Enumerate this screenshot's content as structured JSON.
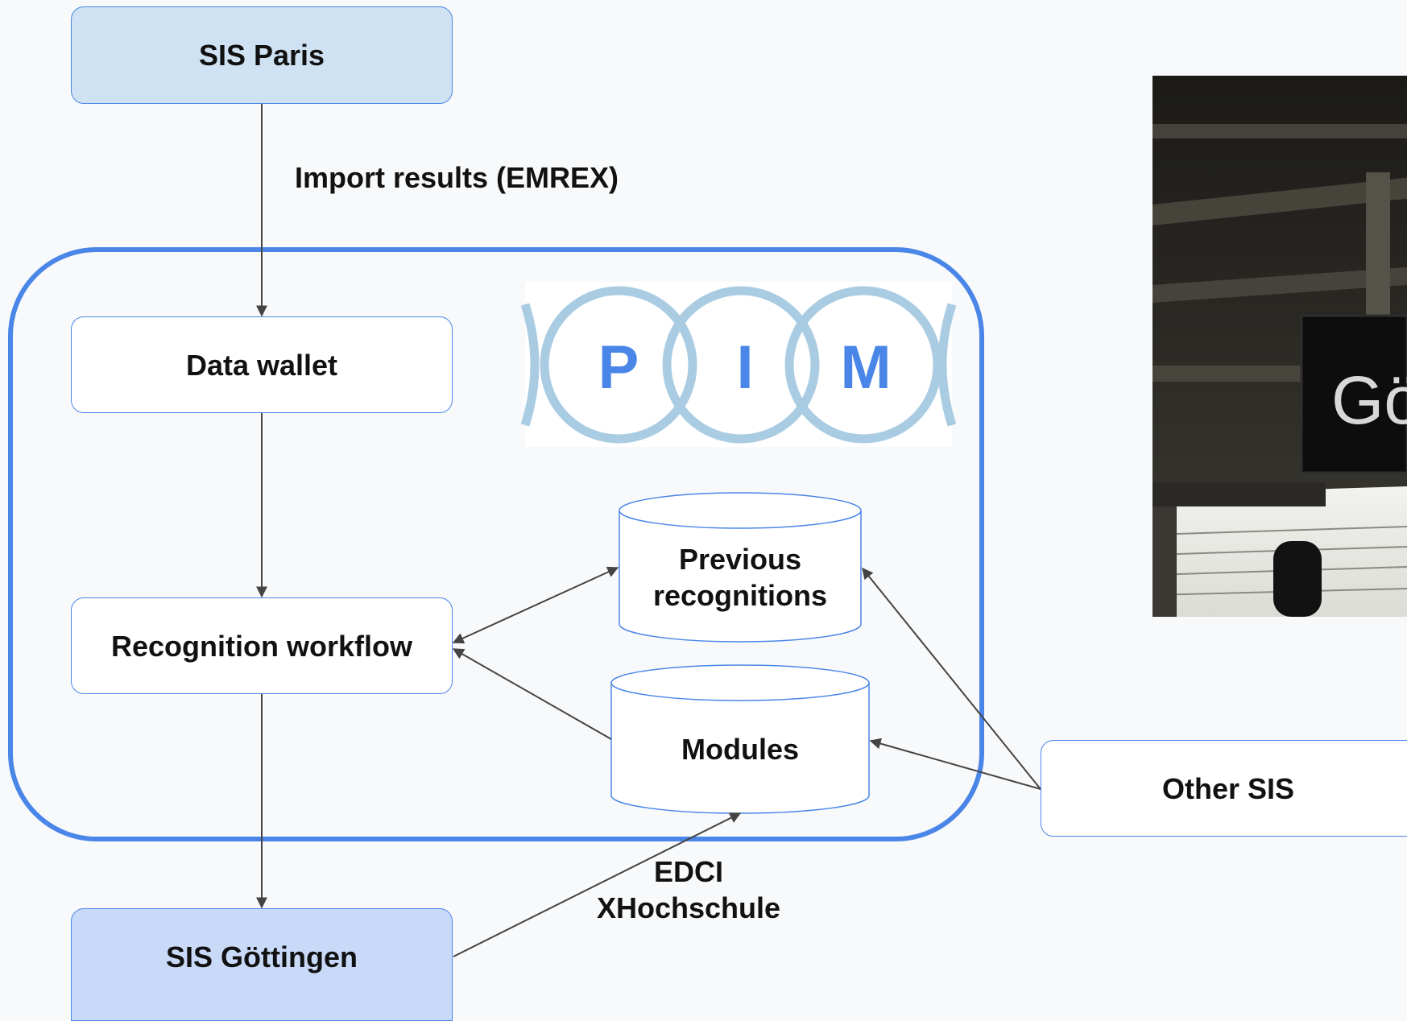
{
  "nodes": {
    "sis_paris": "SIS Paris",
    "data_wallet": "Data wallet",
    "recognition_workflow": "Recognition workflow",
    "sis_goettingen": "SIS Göttingen",
    "other_sis": "Other SIS",
    "previous_recognitions_line1": "Previous",
    "previous_recognitions_line2": "recognitions",
    "modules": "Modules"
  },
  "edge_labels": {
    "import_results": "Import results (EMREX)",
    "edci_line1": "EDCI",
    "edci_line2": "XHochschule"
  },
  "logo": {
    "letters": [
      "P",
      "I",
      "M"
    ]
  },
  "photo": {
    "sign_text": "Gö"
  },
  "colors": {
    "accent": "#4a86e8",
    "node_fill_light": "#cfe2f3",
    "node_fill_goettingen": "#c9daf8",
    "logo_ring": "#a9cce3",
    "logo_letter": "#4a86e8",
    "background": "#f8f9fa"
  }
}
